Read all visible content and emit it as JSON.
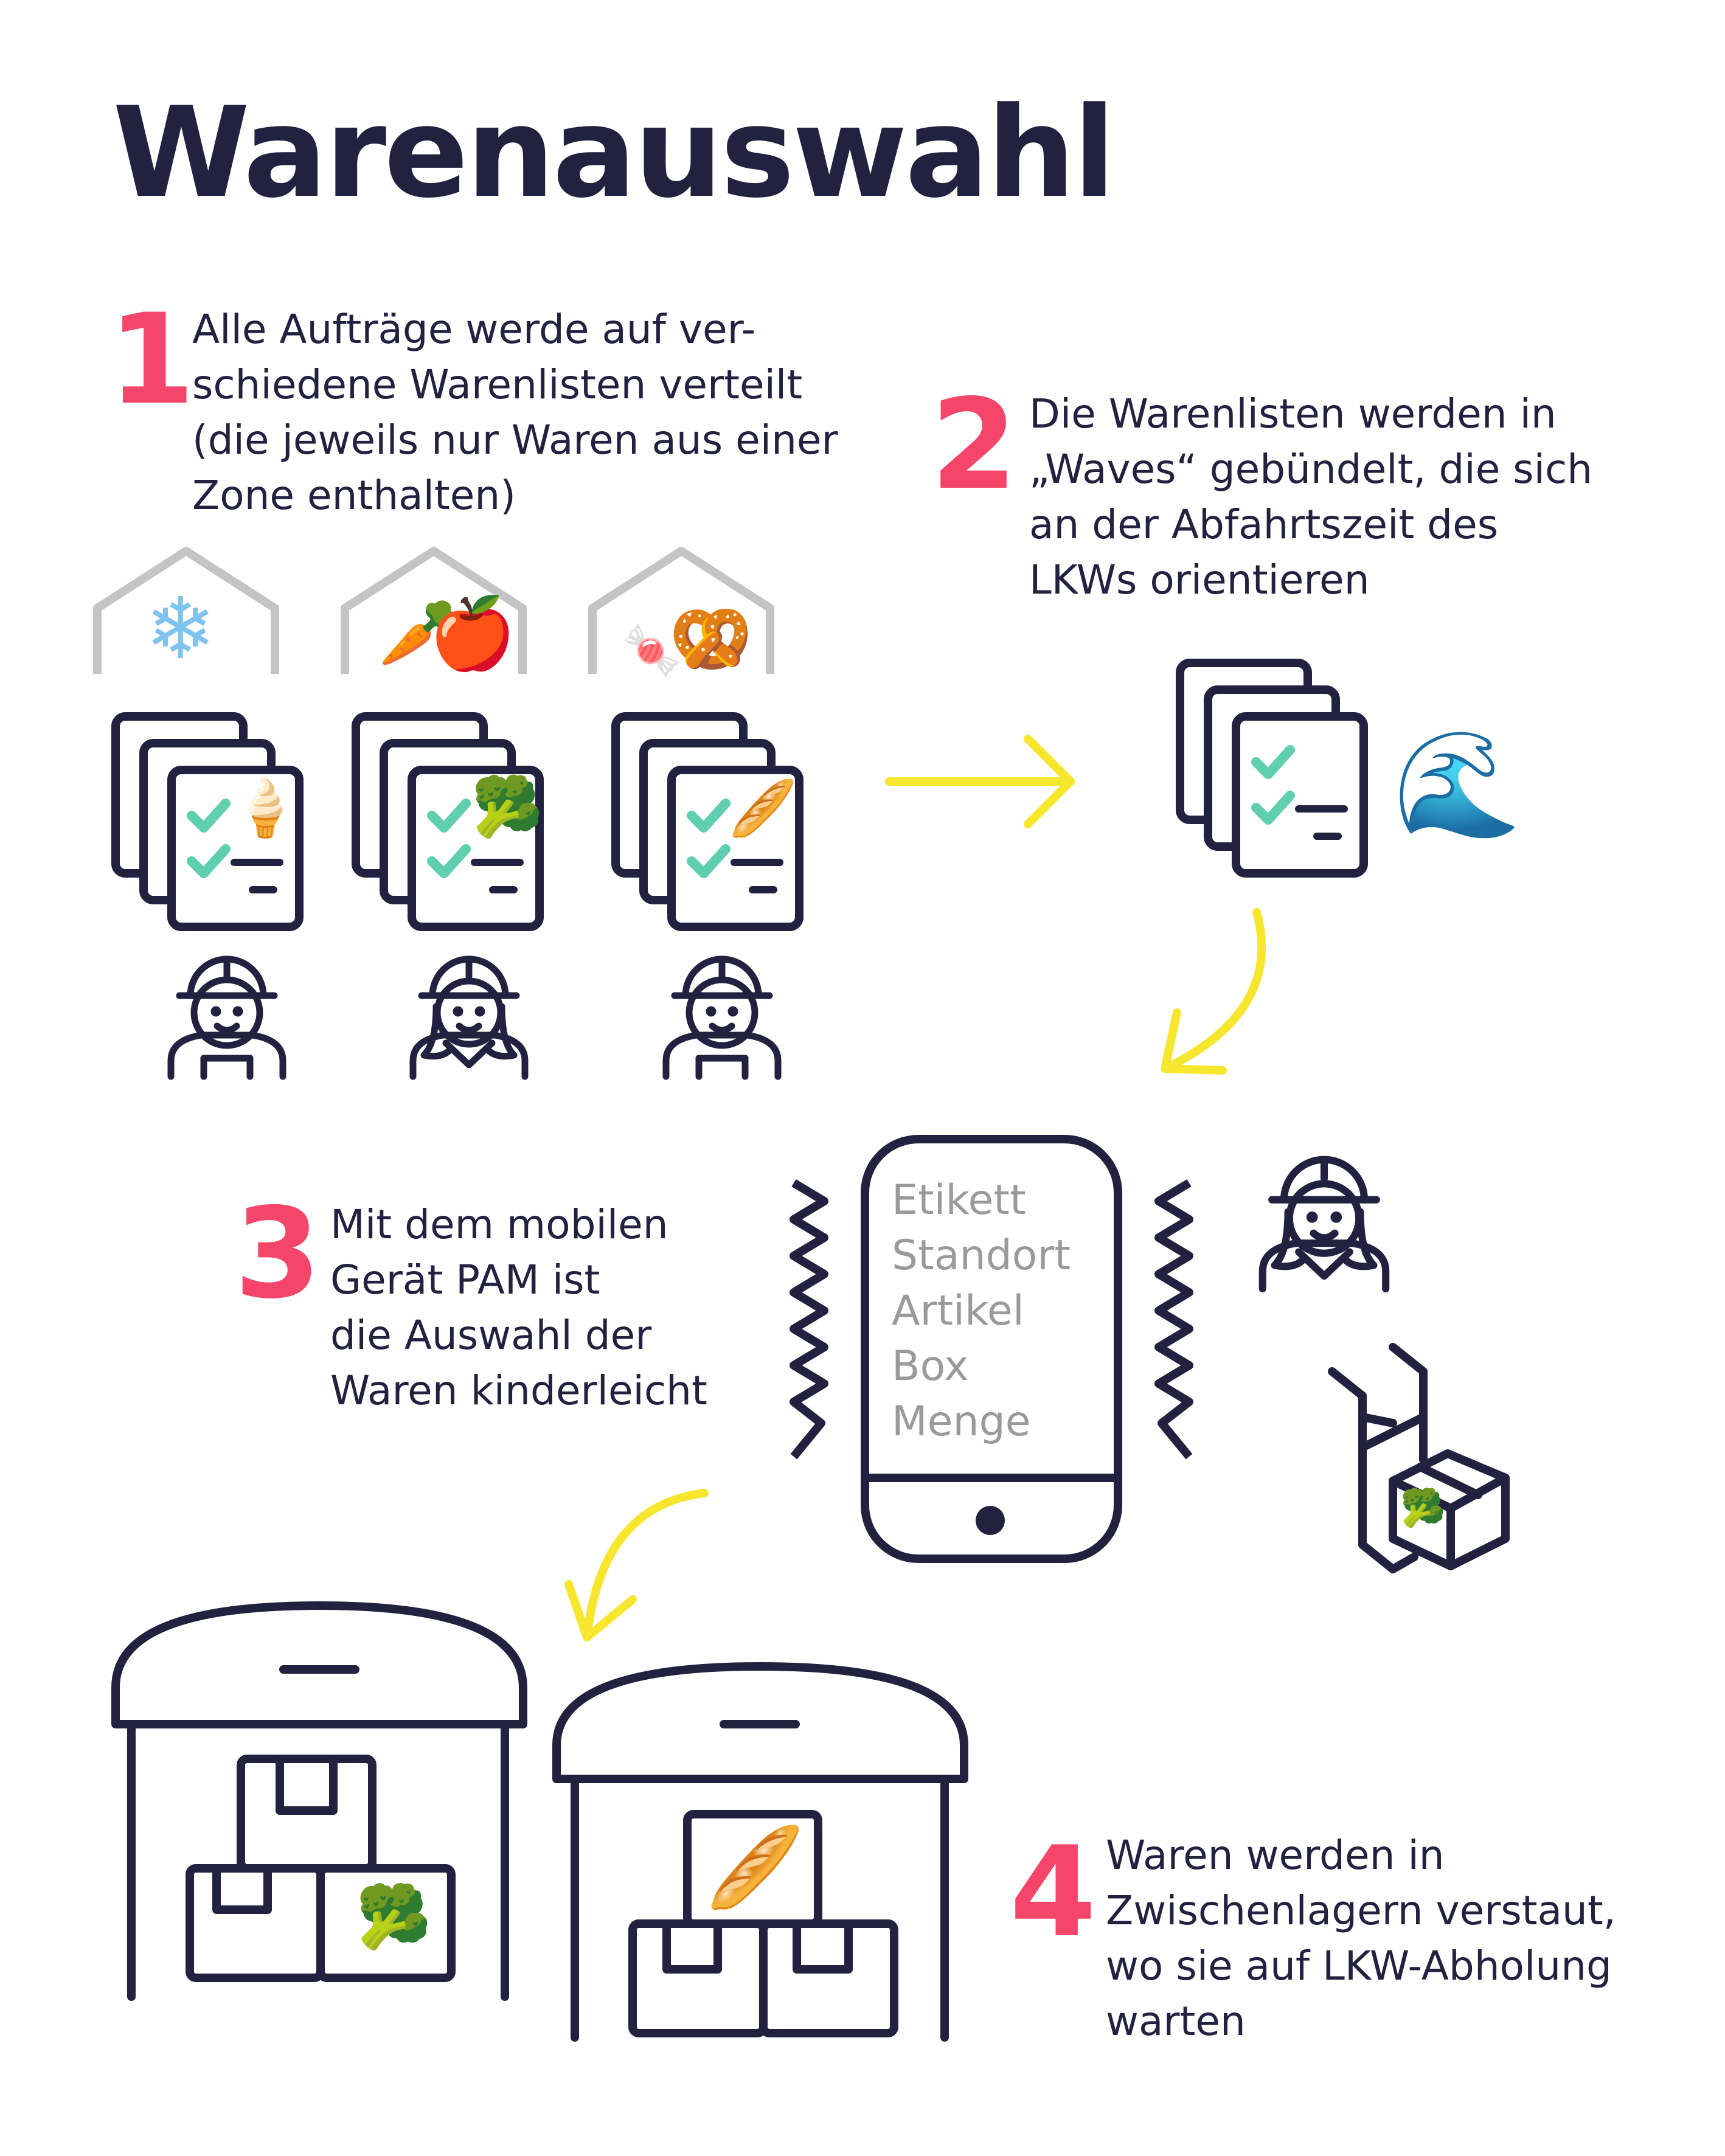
{
  "title": "Warenauswahl",
  "steps": [
    {
      "number": "1",
      "lines": [
        "Alle Aufträge werde auf ver-",
        "schiedene Warenlisten verteilt",
        "(die jeweils nur Waren aus einer",
        "Zone enthalten)"
      ]
    },
    {
      "number": "2",
      "lines": [
        "Die Warenlisten werden in",
        "„Waves“ gebündelt, die sich",
        "an der Abfahrtszeit des",
        "LKWs orientieren"
      ]
    },
    {
      "number": "3",
      "lines": [
        "Mit dem mobilen",
        "Gerät PAM ist",
        "die Auswahl der",
        "Waren kinderleicht"
      ]
    },
    {
      "number": "4",
      "lines": [
        "Waren werden in",
        "Zwischenlagern verstaut,",
        "wo sie auf LKW-Abholung",
        "warten"
      ]
    }
  ],
  "device_screen": [
    "Etikett",
    "Standort",
    "Artikel",
    "Box",
    "Menge"
  ],
  "icons": {
    "zone_frozen": "snowflake-icon",
    "zone_fresh": "carrot-apple-icon",
    "zone_snacks": "candy-pretzel-icon",
    "wave": "wave-icon",
    "list_1_item": "ice-cream-icon",
    "list_2_item": "broccoli-icon",
    "list_3_item": "baguette-icon"
  },
  "colors": {
    "ink": "#22213f",
    "accent_number": "#f5456a",
    "arrow": "#f7e62e",
    "check": "#5fcfb0",
    "house": "#c4c4c4",
    "screen_text": "#9a9a9a"
  }
}
